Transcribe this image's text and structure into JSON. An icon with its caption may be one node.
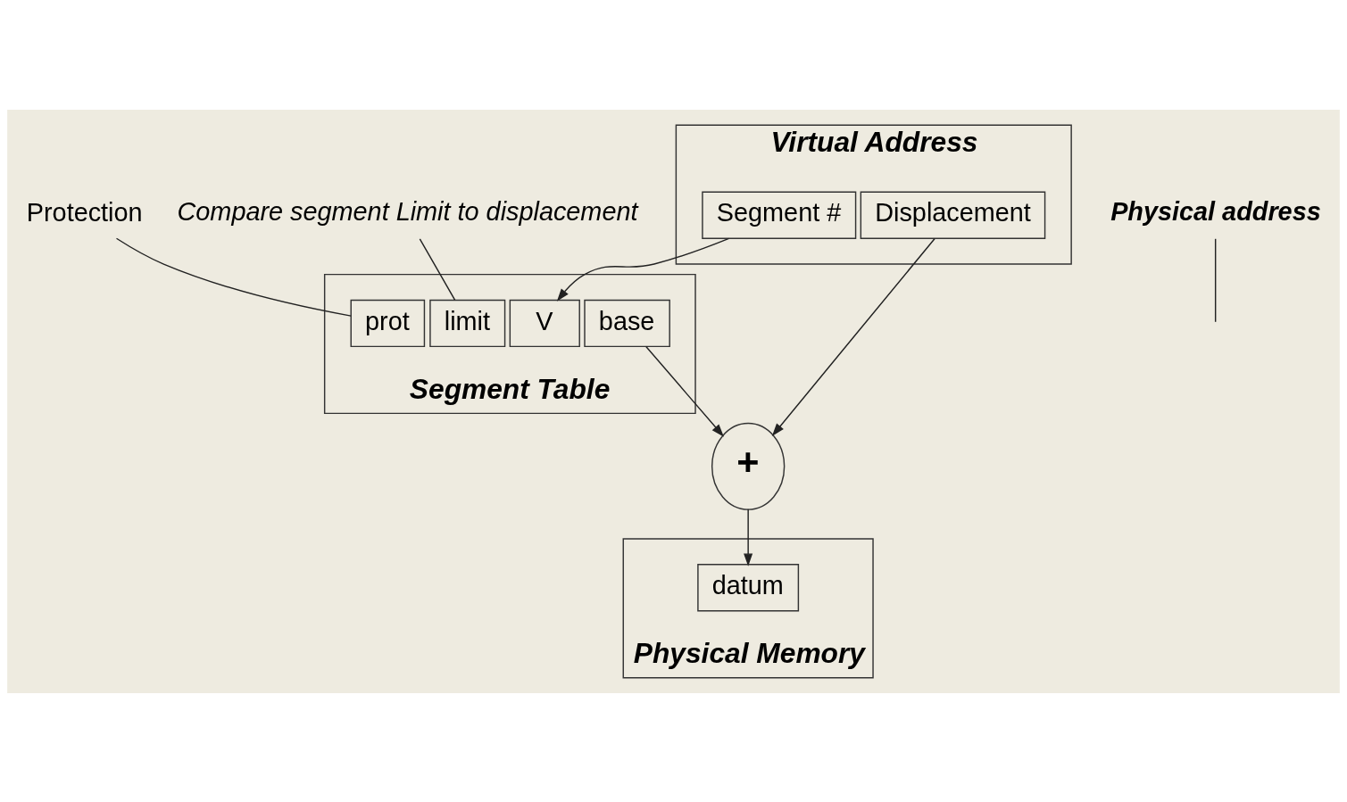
{
  "diagram": {
    "nodes": [
      {
        "text": [
          "Virtual Address"
        ]
      },
      {
        "text": [
          "Segment #"
        ],
        "in": 0
      },
      {
        "text": [
          "Displacement"
        ],
        "in": 0
      },
      {
        "text": [
          "Segment Table"
        ]
      },
      {
        "text": [
          "V"
        ],
        "in": 3
      },
      {
        "text": [
          "prot"
        ],
        "in": 3
      },
      {
        "text": [
          "limit"
        ],
        "in": 3
      },
      {
        "text": [
          "base"
        ],
        "in": 3
      },
      {
        "text": [
          "+"
        ]
      },
      {
        "text": [
          "Physical Memory"
        ]
      },
      {
        "text": [
          "datum"
        ],
        "in": 9
      },
      {
        "text": [
          "Protection"
        ]
      },
      {
        "text": [
          "Compare segment Limit to displacement"
        ]
      },
      {
        "text": [
          "Physical address"
        ]
      }
    ],
    "edges": [
      {
        "from": 1,
        "to": 4,
        "arrow": "to"
      },
      {
        "from": 2,
        "to": 8,
        "arrow": "to"
      },
      {
        "from": 7,
        "to": 8,
        "arrow": "to"
      },
      {
        "from": 8,
        "to": 10,
        "arrow": "to"
      },
      {
        "from": 11,
        "to": 5,
        "arrow": "none"
      },
      {
        "from": 12,
        "to": 6,
        "arrow": "none"
      },
      {
        "from": 13,
        "to": null,
        "arrow": "none"
      }
    ]
  }
}
